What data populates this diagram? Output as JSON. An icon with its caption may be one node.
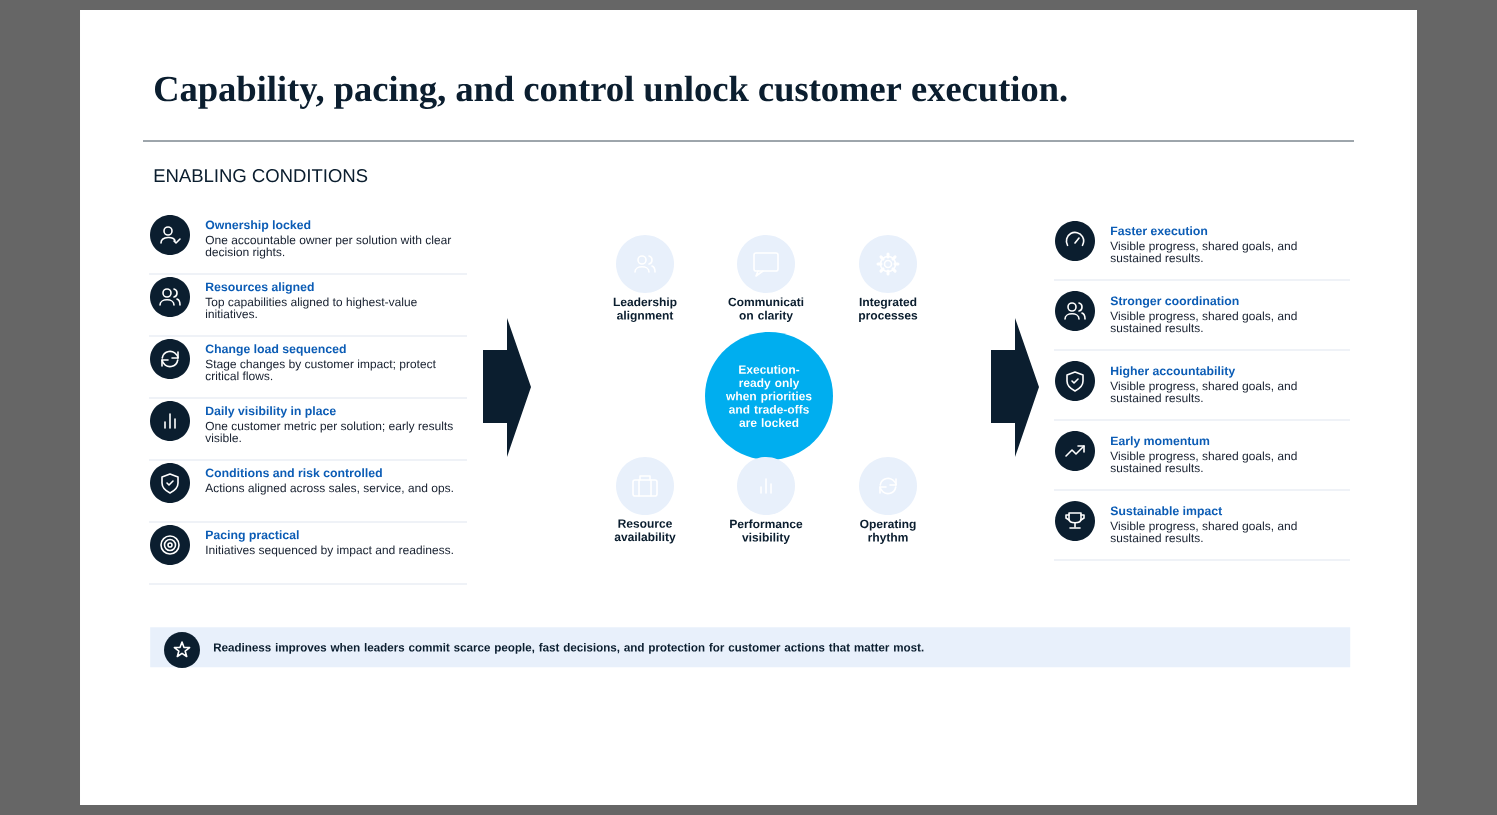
{
  "diagram": {
    "title": "Capability, pacing, and control unlock customer execution.",
    "nodes": [
      {
        "text": [
          "Ownership locked",
          "One accountable owner per solution with clear decision rights."
        ]
      },
      {
        "text": [
          "Resources aligned",
          "Top capabilities aligned to highest-value initiatives."
        ]
      },
      {
        "text": [
          "Change load sequenced",
          "Stage changes by customer impact; protect critical flows."
        ]
      },
      {
        "text": [
          "Daily visibility in place",
          "One customer metric per solution; early results visible."
        ]
      },
      {
        "text": [
          "Conditions and risk controlled",
          "Actions aligned across sales, service, and ops."
        ]
      },
      {
        "text": [
          "Pacing practical",
          "Initiatives sequenced by impact and readiness."
        ]
      },
      {
        "text": [
          "Leadership alignment"
        ]
      },
      {
        "text": [
          "Communicati on clarity"
        ]
      },
      {
        "text": [
          "Integrated processes"
        ]
      },
      {
        "text": [
          "Execution-ready only when priorities and trade-offs are locked"
        ]
      },
      {
        "text": [
          "Resource availability"
        ]
      },
      {
        "text": [
          "Performance visibility"
        ]
      },
      {
        "text": [
          "Operating rhythm"
        ]
      },
      {
        "text": [
          "Faster execution",
          "Visible progress, shared goals, and sustained results."
        ]
      },
      {
        "text": [
          "Stronger coordination",
          "Visible progress, shared goals, and sustained results."
        ]
      },
      {
        "text": [
          "Higher accountability",
          "Visible progress, shared goals, and sustained results."
        ]
      },
      {
        "text": [
          "Early momentum",
          "Visible progress, shared goals, and sustained results."
        ]
      },
      {
        "text": [
          "Sustainable impact",
          "Visible progress, shared goals, and sustained results."
        ]
      },
      {
        "text": [
          "Readiness improves when leaders commit scarce people, fast decisions, and protection for customer actions that matter most."
        ]
      }
    ],
    "labels": [
      "ENABLING CONDITIONS"
    ]
  }
}
